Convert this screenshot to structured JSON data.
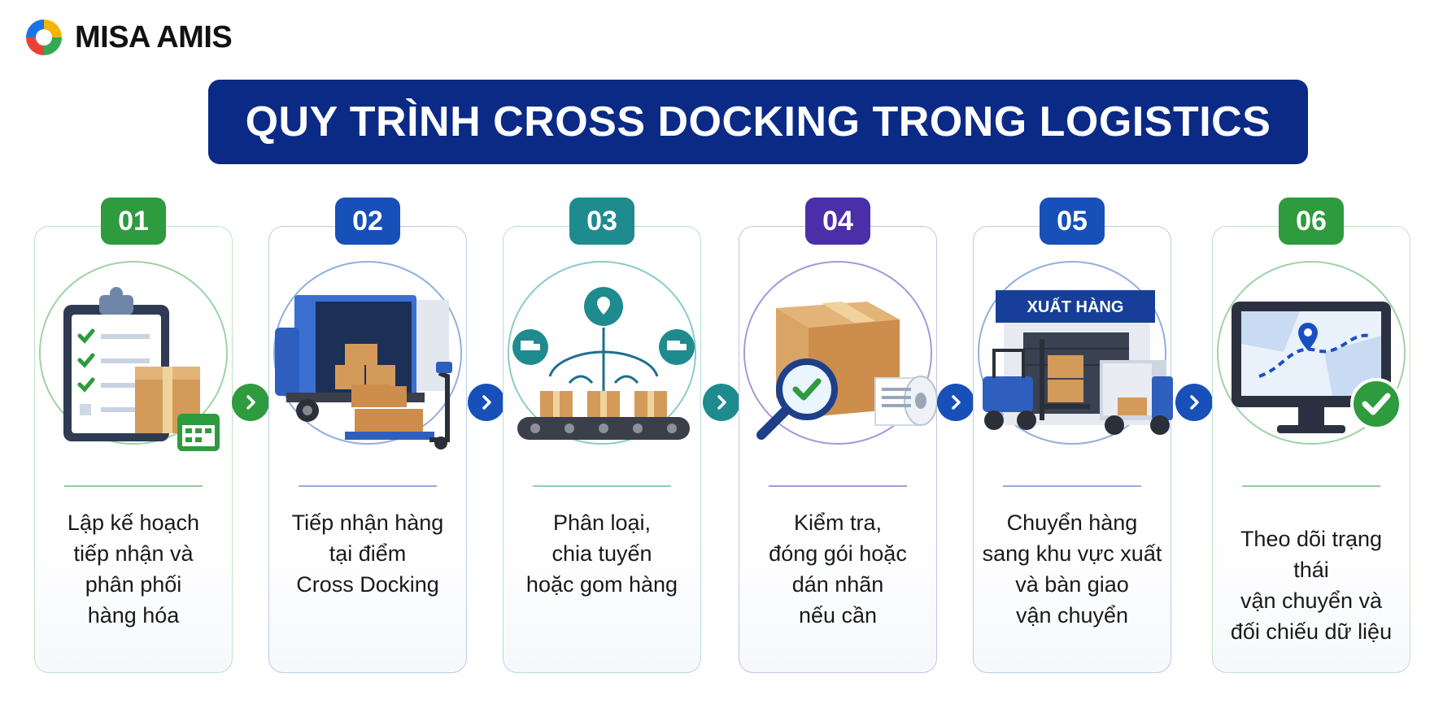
{
  "brand": {
    "name": "MISA AMIS"
  },
  "title": "QUY TRÌNH CROSS DOCKING TRONG LOGISTICS",
  "colors": {
    "title_bg": "#0a2a86",
    "green": "#2e9b3e",
    "blue": "#1750b8",
    "teal": "#1e8b8f",
    "purple": "#4b2fa8"
  },
  "steps": [
    {
      "number": "01",
      "lines": [
        "Lập kế hoạch",
        "tiếp nhận và",
        "phân phối",
        "hàng hóa"
      ],
      "icon": "clipboard-box-icon"
    },
    {
      "number": "02",
      "lines": [
        "Tiếp nhận hàng",
        "tại điểm",
        "Cross Docking"
      ],
      "icon": "truck-pallet-icon"
    },
    {
      "number": "03",
      "lines": [
        "Phân loại,",
        "chia tuyến",
        "hoặc gom hàng"
      ],
      "icon": "conveyor-sorting-icon"
    },
    {
      "number": "04",
      "lines": [
        "Kiểm tra,",
        "đóng gói hoặc",
        "dán nhãn",
        "nếu cần"
      ],
      "icon": "box-inspection-icon"
    },
    {
      "number": "05",
      "lines": [
        "Chuyển hàng",
        "sang khu vực xuất",
        "và bàn giao",
        "vận chuyển"
      ],
      "icon": "forklift-dispatch-icon",
      "sign": "XUẤT HÀNG"
    },
    {
      "number": "06",
      "lines": [
        "Theo dõi trạng thái",
        "vận chuyển và",
        "đối chiếu dữ liệu"
      ],
      "icon": "monitor-tracking-icon"
    }
  ]
}
